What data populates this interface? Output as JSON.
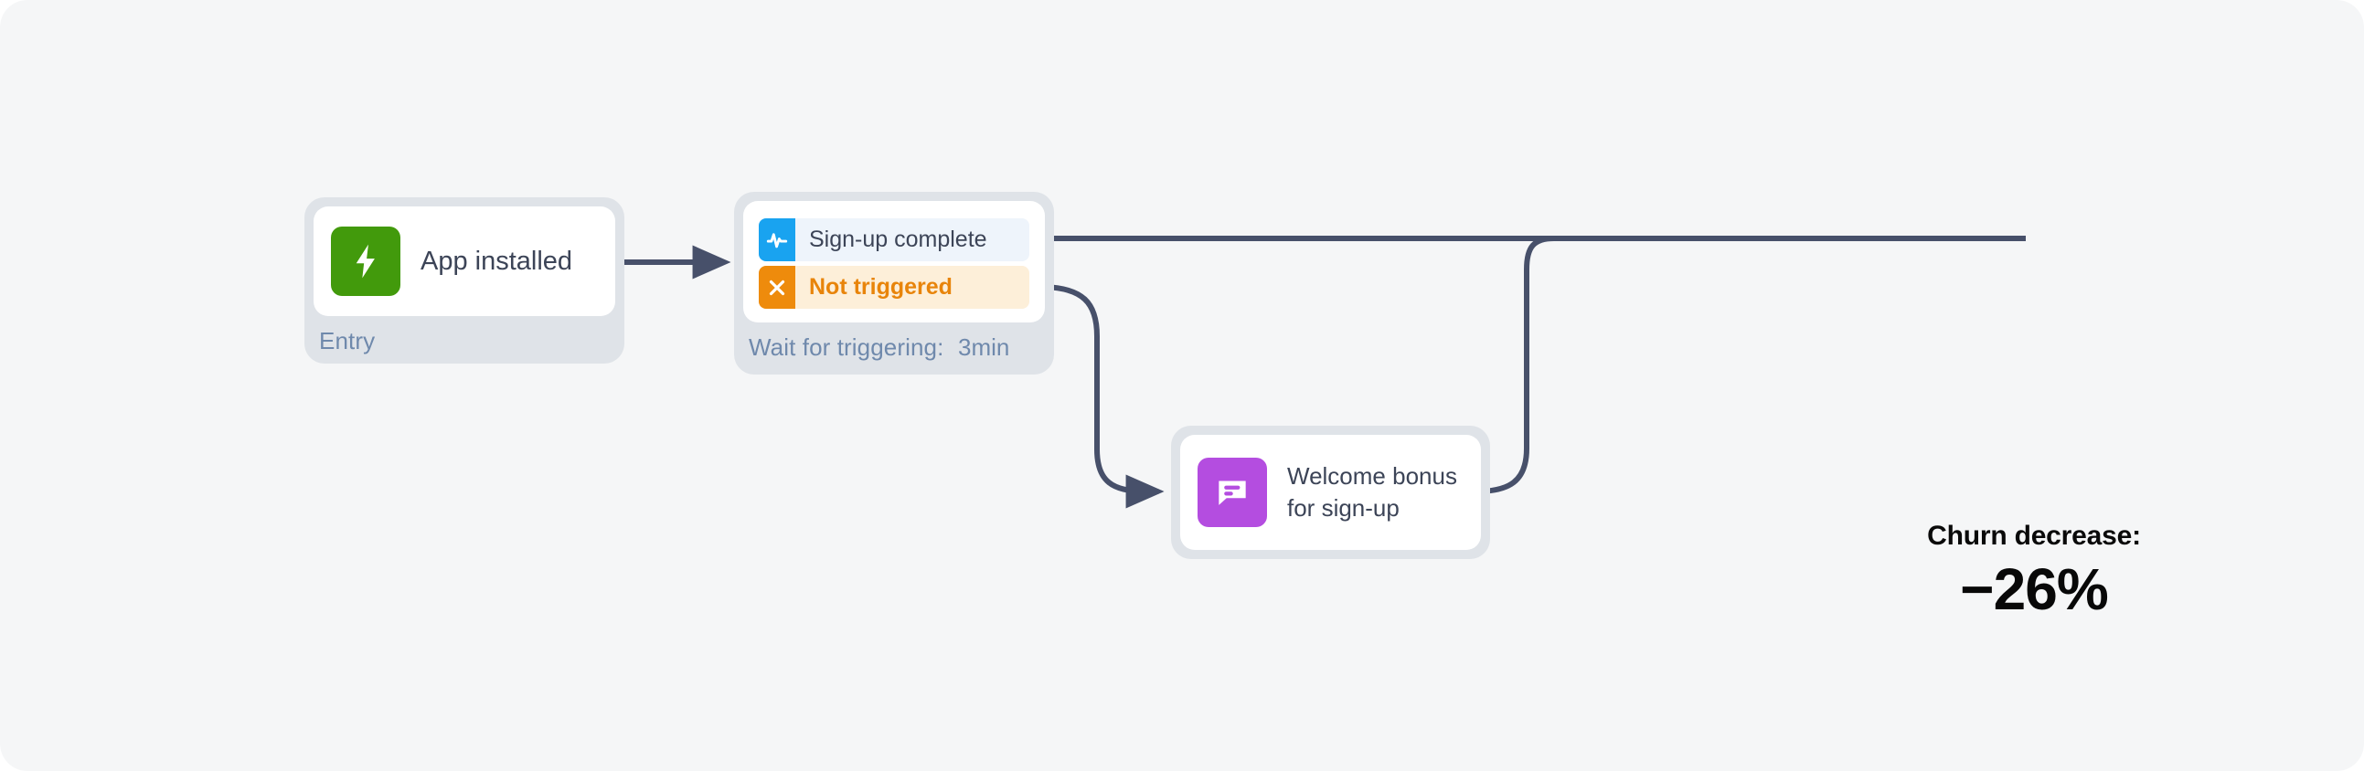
{
  "canvas": {
    "background": "#F5F6F7",
    "edge_color": "#47506A"
  },
  "nodes": [
    {
      "id": "app-installed",
      "title": "App installed",
      "footer_label": "Entry",
      "icon": "lightning-bolt-icon",
      "icon_color": "#429A0C"
    },
    {
      "id": "wait-for-triggering",
      "footer_label": "Wait for triggering:",
      "footer_value": "3min",
      "branches": [
        {
          "label": "Sign-up complete",
          "icon": "activity-pulse-icon",
          "icon_color": "#19A3F0",
          "row_color": "#EEF4FB",
          "text_color": "#3C4457"
        },
        {
          "label": "Not triggered",
          "icon": "cross-x-icon",
          "icon_color": "#EE8B0C",
          "row_color": "#FDEFD9",
          "text_color": "#E8840A"
        }
      ]
    },
    {
      "id": "welcome-bonus",
      "title_line_1": "Welcome bonus",
      "title_line_2": "for sign-up",
      "icon": "chat-message-icon",
      "icon_color": "#B44DE0"
    }
  ],
  "stat": {
    "label": "Churn decrease:",
    "value": "−26%"
  }
}
